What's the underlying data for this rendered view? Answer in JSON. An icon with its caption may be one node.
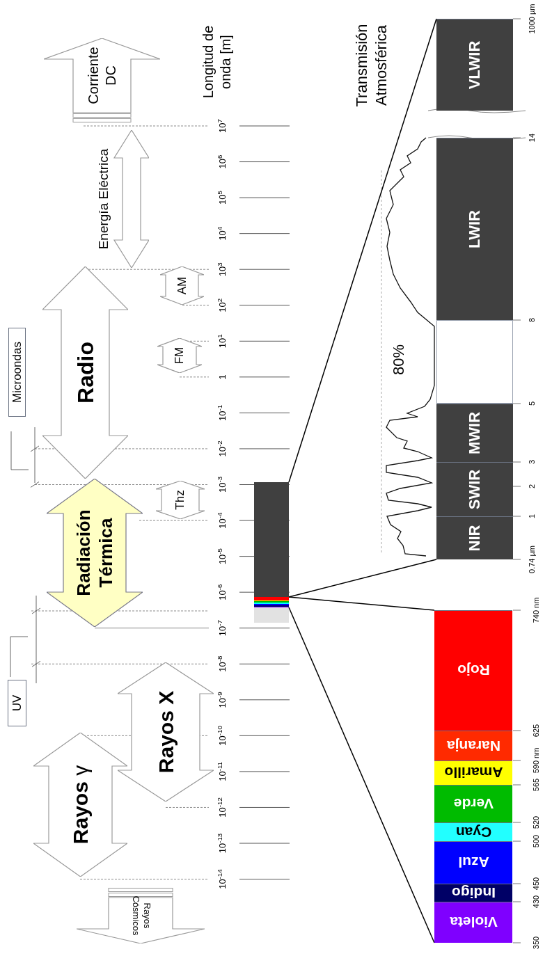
{
  "diagram": {
    "nodes": [
      {
        "text": [
          "Rayos Cósmicos"
        ]
      },
      {
        "text": [
          "**Rayos** γ"
        ]
      },
      {
        "text": [
          "Rayos X"
        ]
      },
      {
        "text": [
          "UV"
        ]
      },
      {
        "text": [
          "Radiación Térmica"
        ]
      },
      {
        "text": [
          "Thz"
        ]
      },
      {
        "text": [
          "Microondas"
        ]
      },
      {
        "text": [
          "Radio"
        ]
      },
      {
        "text": [
          "FM"
        ]
      },
      {
        "text": [
          "AM"
        ]
      },
      {
        "text": [
          "Energía Eléctrica"
        ]
      },
      {
        "text": [
          "Corriente DC"
        ]
      },
      {
        "text": [],
        "shape": "bar"
      },
      {
        "text": [],
        "shape": "bar",
        "in": 12
      },
      {
        "text": [],
        "shape": "bar",
        "in": 12
      },
      {
        "text": [],
        "shape": "bar"
      },
      {
        "text": [
          "VLWIR"
        ],
        "in": 15
      },
      {
        "text": [
          "LWIR"
        ],
        "in": 15
      },
      {
        "text": [],
        "shape": "box",
        "in": 15
      },
      {
        "text": [
          "MWIR"
        ],
        "in": 15
      },
      {
        "text": [
          "SWIR"
        ],
        "in": 15
      },
      {
        "text": [
          "NIR"
        ],
        "in": 15
      },
      {
        "text": [],
        "shape": "bar"
      },
      {
        "text": [
          "Rojo"
        ],
        "in": 22
      },
      {
        "text": [
          "Naranja"
        ],
        "in": 22
      },
      {
        "text": [
          "Amarillo"
        ],
        "in": 22
      },
      {
        "text": [
          "Verde"
        ],
        "in": 22
      },
      {
        "text": [
          "Cyan"
        ],
        "in": 22
      },
      {
        "text": [
          "Azul"
        ],
        "in": 22
      },
      {
        "text": [
          "Indigo"
        ],
        "in": 22
      },
      {
        "text": [
          "Violeta"
        ],
        "in": 22
      }
    ],
    "edges": [
      {
        "from": 13,
        "to": 15,
        "arrow": "none"
      },
      {
        "from": 13,
        "to": 15,
        "arrow": "none"
      },
      {
        "from": 14,
        "to": 22,
        "arrow": "none"
      },
      {
        "from": 14,
        "to": 22,
        "arrow": "none"
      }
    ],
    "labels": [
      "Longitud de onda [m]",
      "10$^{7}$",
      "10$^{6}$",
      "10$^{5}$",
      "10$^{4}$",
      "10$^{3}$",
      "10$^{2}$",
      "10$^{1}$",
      "1",
      "10$^{-1}$",
      "10$^{-2}$",
      "10$^{-3}$",
      "10$^{-4}$",
      "10$^{-5}$",
      "10$^{-6}$",
      "10$^{-7}$",
      "10$^{-8}$",
      "10$^{-9}$",
      "10$^{-10}$",
      "10$^{-11}$",
      "10$^{-12}$",
      "10$^{-13}$",
      "10$^{-14}$",
      "Transmisión Atmosférica",
      "80%",
      "1000 µm",
      "14",
      "8",
      "5",
      "3",
      "2",
      "1",
      "0.74 µm",
      "740 nm",
      "625",
      "590 nm",
      "565",
      "520",
      "500",
      "450",
      "430",
      "350"
    ]
  }
}
